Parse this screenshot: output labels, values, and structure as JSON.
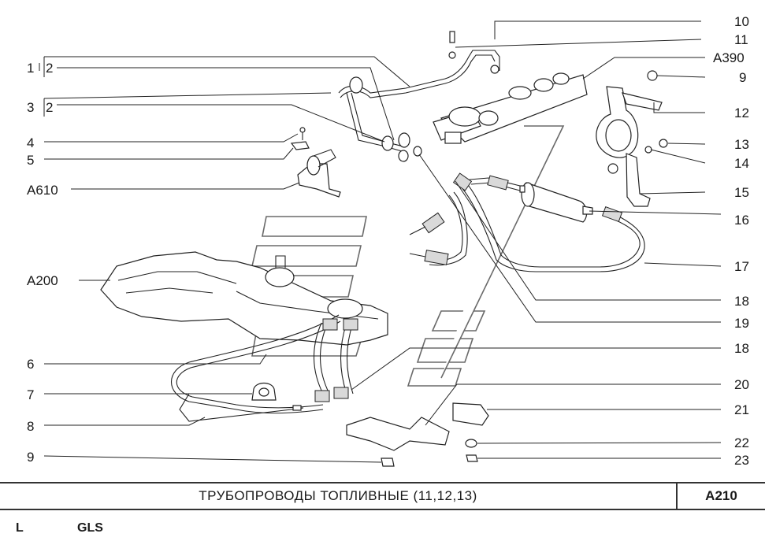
{
  "diagram": {
    "labels_left": [
      "1",
      "2",
      "3",
      "2",
      "4",
      "5",
      "A610",
      "A200",
      "6",
      "7",
      "8",
      "9"
    ],
    "labels_right": [
      "10",
      "11",
      "A390",
      "9",
      "12",
      "13",
      "14",
      "15",
      "16",
      "17",
      "18",
      "19",
      "18",
      "20",
      "21",
      "22",
      "23"
    ]
  },
  "title": "ТРУБОПРОВОДЫ  ТОПЛИВНЫЕ (11,12,13)",
  "code": "A210",
  "footer": {
    "left": "L",
    "model": "GLS"
  }
}
